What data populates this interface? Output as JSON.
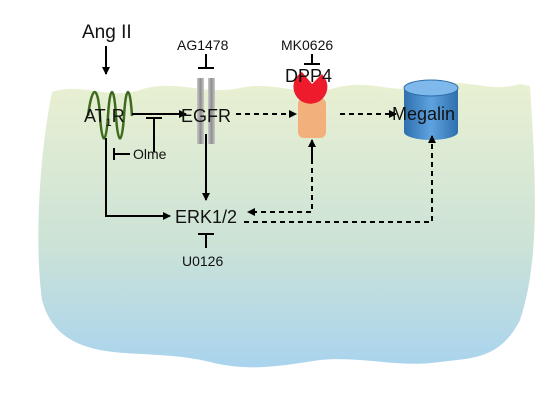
{
  "nodes": {
    "ang2": "Ang II",
    "at1r_main": "AT",
    "at1r_sub": "1",
    "at1r_tail": "R",
    "egfr": "EGFR",
    "dpp4": "DPP4",
    "megalin": "Megalin",
    "erk": "ERK1/2"
  },
  "inhibitors": {
    "ag1478": "AG1478",
    "mk0626": "MK0626",
    "olme": "Olme",
    "u0126": "U0126"
  },
  "colors": {
    "cell_top": "#e9f0d2",
    "cell_mid": "#cde3d6",
    "cell_bottom": "#a9d4ee",
    "at1r_coil": "#3f6b1f",
    "egfr_gray": "#a3a3a3",
    "dpp4_red": "#ee1b2c",
    "dpp4_peach": "#f2b07c",
    "megalin_blue": "#4a8fd1"
  }
}
